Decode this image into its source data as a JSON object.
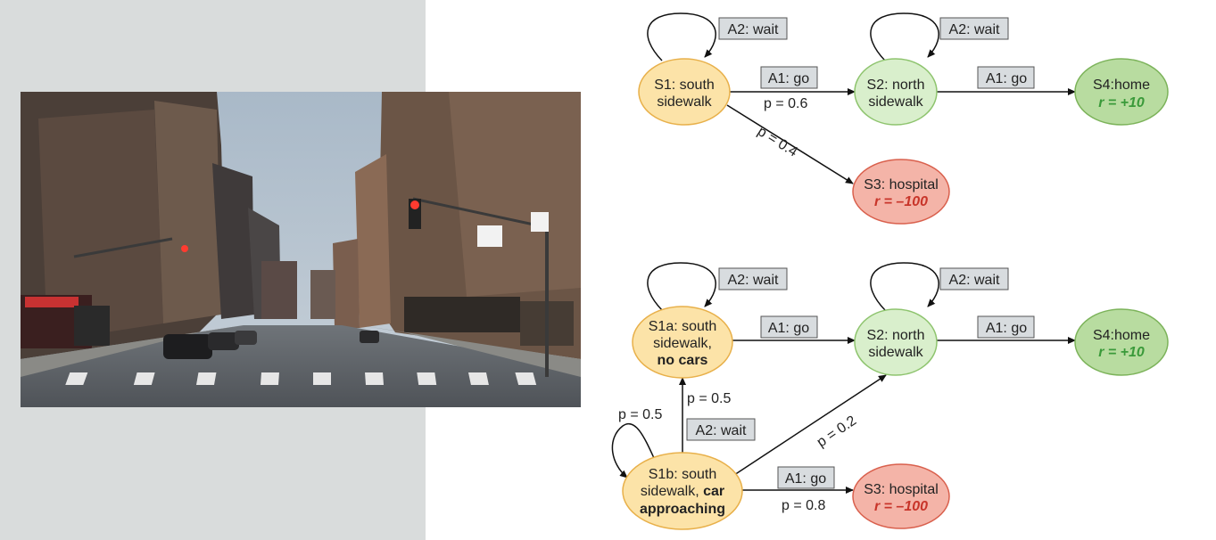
{
  "photo": {
    "alt": "street"
  },
  "colors": {
    "start_fill": "#fce3a8",
    "start_stroke": "#e8b04a",
    "mid_fill": "#d9efcc",
    "mid_stroke": "#8ec46e",
    "home_fill": "#b8dca0",
    "home_stroke": "#7cb35a",
    "hosp_fill": "#f4b4a8",
    "hosp_stroke": "#d9604d",
    "box_fill": "#d8dcdf",
    "box_stroke": "#555555"
  },
  "top": {
    "s1": {
      "line1": "S1: south",
      "line2": "sidewalk"
    },
    "s2": {
      "line1": "S2: north",
      "line2": "sidewalk"
    },
    "s4": {
      "line1": "S4:home",
      "reward": "r = +10"
    },
    "s3": {
      "line1": "S3: hospital",
      "reward": "r = –100"
    },
    "wait1": "A2: wait",
    "wait2": "A2: wait",
    "go1": "A1: go",
    "go2": "A1: go",
    "p1": "p = 0.6",
    "p2": "p = 0.4"
  },
  "bottom": {
    "s1a": {
      "line1": "S1a: south",
      "line2": "sidewalk,",
      "line3": "no cars"
    },
    "s1b": {
      "line1": "S1b: south",
      "line2a": "sidewalk, ",
      "line2b": "car",
      "line3": "approaching"
    },
    "s2": {
      "line1": "S2: north",
      "line2": "sidewalk"
    },
    "s4": {
      "line1": "S4:home",
      "reward": "r = +10"
    },
    "s3": {
      "line1": "S3: hospital",
      "reward": "r = –100"
    },
    "wait_s1a": "A2: wait",
    "wait_s2": "A2: wait",
    "wait_s1b": "A2: wait",
    "go_s1a": "A1: go",
    "go_s2": "A1: go",
    "go_s1b": "A1: go",
    "p_up": "p = 0.5",
    "p_loop": "p = 0.5",
    "p_diag": "p = 0.2",
    "p_hosp": "p = 0.8"
  }
}
